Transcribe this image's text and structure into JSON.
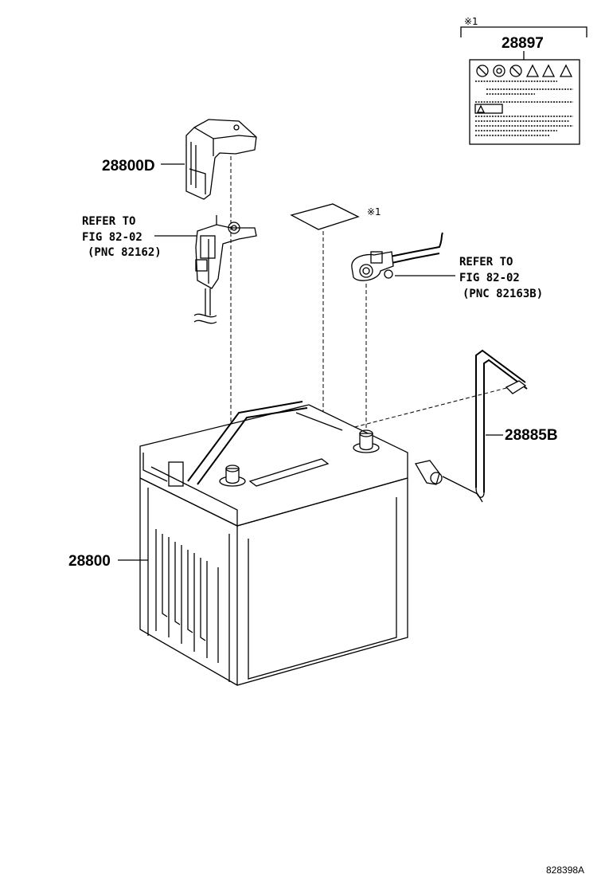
{
  "parts": {
    "label_top": "28897",
    "terminal_cover": "28800D",
    "battery": "28800",
    "vent_hose": "28885B"
  },
  "markers": {
    "label_group": "※1",
    "label_sheet": "※1"
  },
  "references": {
    "negative_terminal": [
      "REFER TO",
      "FIG 82-02",
      "(PNC 82162)"
    ],
    "positive_terminal": [
      "REFER TO",
      "FIG 82-02",
      "(PNC 82163B)"
    ]
  },
  "figure_id": "828398A"
}
